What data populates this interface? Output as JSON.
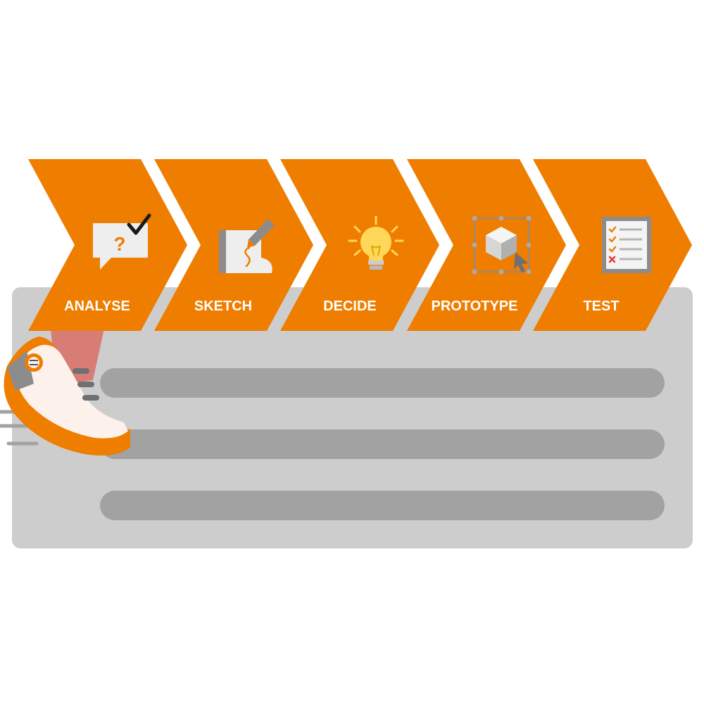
{
  "colors": {
    "accent": "#ef7d00",
    "panel": "#cdcdcd",
    "bar": "#a2a2a2",
    "icon_gray": "#8c8c8c",
    "icon_light": "#eeeeee",
    "bulb": "#ffd75a",
    "check_red": "#e53935",
    "shoe_white": "#fdf1ec",
    "leg": "#d77d76",
    "text": "#ffffff"
  },
  "steps": [
    {
      "label": "ANALYSE",
      "icon": "question-check-icon"
    },
    {
      "label": "SKETCH",
      "icon": "sketch-pad-icon"
    },
    {
      "label": "DECIDE",
      "icon": "lightbulb-icon"
    },
    {
      "label": "PROTOTYPE",
      "icon": "prototype-cube-icon"
    },
    {
      "label": "TEST",
      "icon": "checklist-icon"
    }
  ],
  "illustration": {
    "figure": "running-shoe-icon",
    "background": "gray-board-with-three-bars"
  }
}
